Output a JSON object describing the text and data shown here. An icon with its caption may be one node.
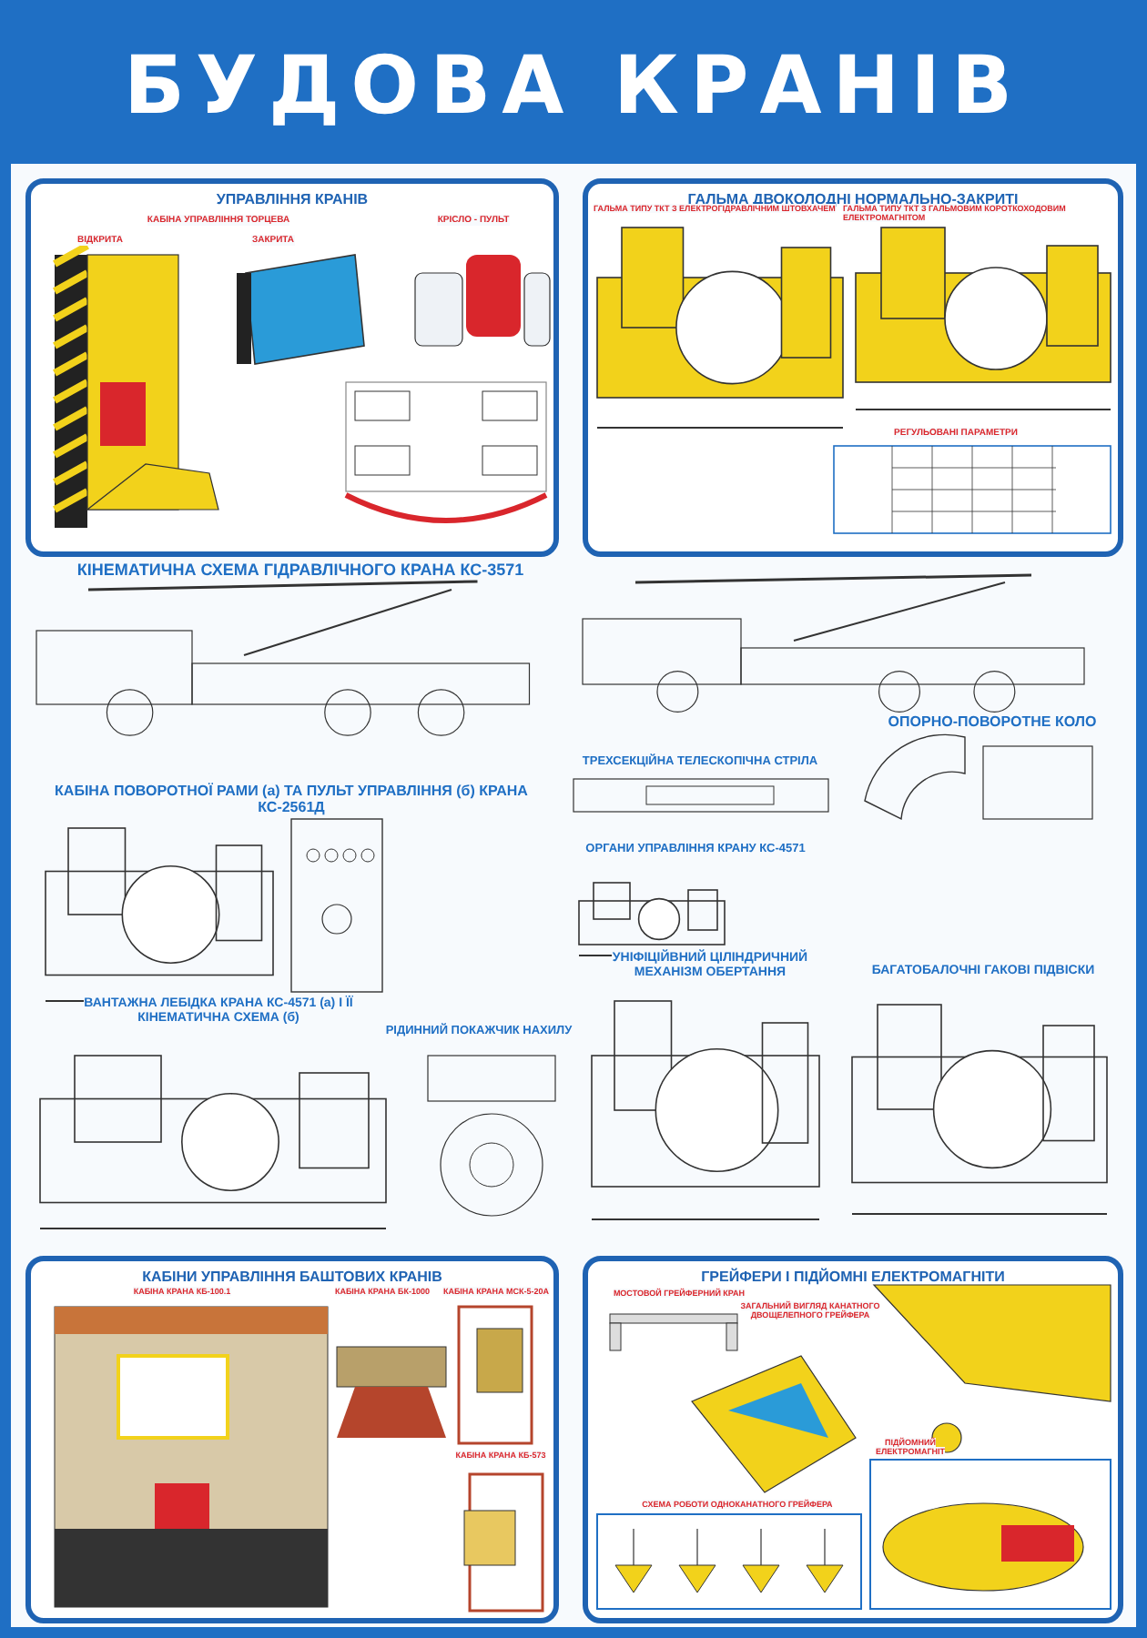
{
  "diagram": {
    "title": "БУДОВА КРАНІВ",
    "nodes": [
      {
        "text": [
          "УПРАВЛІННЯ КРАНІВ"
        ]
      },
      {
        "text": [
          "ГАЛЬМА ДВОКОЛОДНІ НОРМАЛЬНО-ЗАКРИТІ"
        ]
      },
      {
        "text": [
          "КАБІНИ УПРАВЛІННЯ БАШТОВИХ КРАНІВ"
        ]
      },
      {
        "text": [
          "ГРЕЙФЕРИ І ПІДЙОМНІ ЕЛЕКТРОМАГНІТИ"
        ]
      }
    ],
    "edges": [],
    "labels": [
      "КАБІНА УПРАВЛІННЯ ТОРЦЕВА",
      "ВІДКРИТА",
      "ЗАКРИТА",
      "КРІСЛО - ПУЛЬТ",
      "ГАЛЬМА ТИПУ ТКТ З ЕЛЕКТРОГІДРАВЛІЧНИМ ШТОВХАЧЕМ",
      "ГАЛЬМА ТИПУ ТКТ З ГАЛЬМОВИМ КОРОТКОХОДОВИМ ЕЛЕКТРОМАГНІТОМ",
      "РЕГУЛЬОВАНІ ПАРАМЕТРИ",
      "КІНЕМАТИЧНА СХЕМА ГІДРАВЛІЧНОГО КРАНА КС-3571",
      "ОПОРНО-ПОВОРОТНЕ КОЛО",
      "ТРЕХСЕКЦІЙНА ТЕЛЕСКОПІЧНА СТРІЛА",
      "КАБІНА ПОВОРОТНОЇ РАМИ (а) ТА ПУЛЬТ УПРАВЛІННЯ (б) КРАНА КС-2561Д",
      "ОРГАНИ УПРАВЛІННЯ КРАНУ КС-4571",
      "УНІФІЦІЙВНИЙ ЦІЛІНДРИЧНИЙ МЕХАНІЗМ ОБЕРТАННЯ",
      "БАГАТОБАЛОЧНІ ГАКОВІ ПІДВІСКИ",
      "ВАНТАЖНА ЛЕБІДКА КРАНА КС-4571 (а) І ЇЇ КІНЕМАТИЧНА СХЕМА (б)",
      "РІДИННИЙ ПОКАЖЧИК НАХИЛУ",
      "КАБІНА КРАНА КБ-100.1",
      "КАБІНА КРАНА БК-1000",
      "КАБІНА КРАНА МСК-5-20А",
      "КАБІНА КРАНА КБ-573",
      "МОСТОВОЙ ГРЕЙФЕРНИЙ КРАН",
      "ЗАГАЛЬНИЙ ВИГЛЯД КАНАТНОГО ДВОЩЕЛЕПНОГО ГРЕЙФЕРА",
      "ПІДЙОМНИЙ ЕЛЕКТРОМАГНІТ",
      "СХЕМА РОБОТИ ОДНОКАНАТНОГО ГРЕЙФЕРА"
    ]
  }
}
